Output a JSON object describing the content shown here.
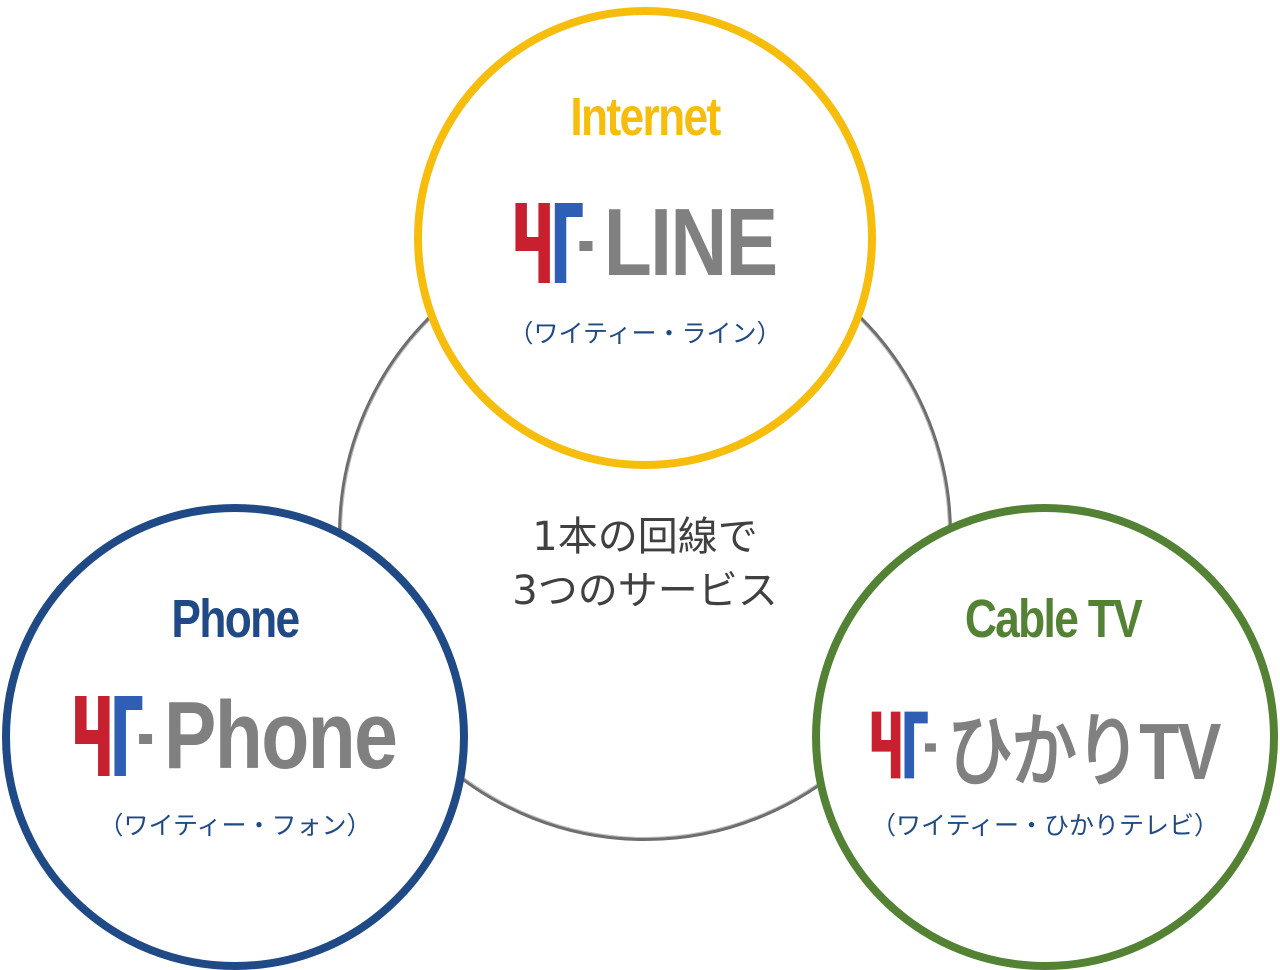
{
  "center": {
    "line1": "1本の回線で",
    "line2": "3つのサービス"
  },
  "internet": {
    "heading": "Internet",
    "logo_name": "LINE",
    "reading": "（ワイティー・ライン）",
    "color": "#f7bd0d"
  },
  "phone": {
    "heading": "Phone",
    "logo_name": "Phone",
    "reading": "（ワイティー・フォン）",
    "color": "#1f4a86"
  },
  "tv": {
    "heading": "Cable TV",
    "logo_name": "ひかりTV",
    "reading": "（ワイティー・ひかりテレビ）",
    "color": "#548235"
  },
  "logo": {
    "mark": "YT-",
    "red": "#c8202f",
    "blue": "#2e5fb4",
    "gray": "#808080"
  }
}
